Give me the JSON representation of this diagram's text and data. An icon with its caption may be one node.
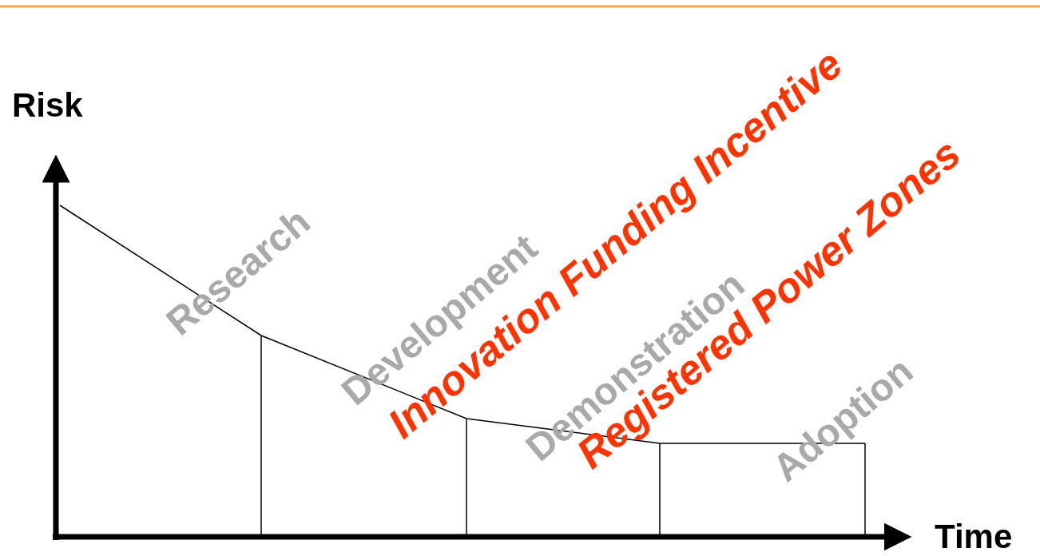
{
  "diagram": {
    "labels": [
      "Risk",
      "Time",
      "Research",
      "Development",
      "Demonstration",
      "Adoption",
      "Innovation Funding Incentive",
      "Registered Power Zones"
    ]
  }
}
